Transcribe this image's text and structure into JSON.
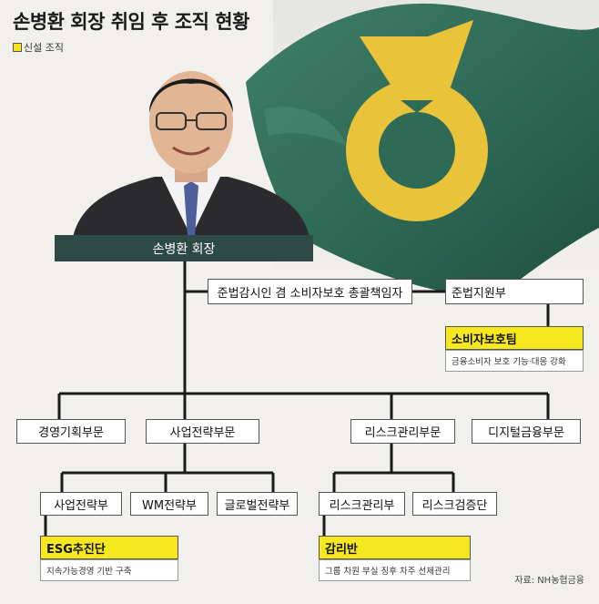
{
  "title": "손병환 회장 취임 후 조직 현황",
  "legend": {
    "label": "신설 조직",
    "color": "#f4e31e"
  },
  "chairman": "손병환 회장",
  "compliance": {
    "officer": "준법감시인 겸 소비자보호 총괄책임자",
    "support": "준법지원부"
  },
  "consumer_team": {
    "name": "소비자보호팀",
    "desc": "금융소비자 보호 기능·대응 강화"
  },
  "divisions": [
    "경영기획부문",
    "사업전략부문",
    "리스크관리부문",
    "디지털금융부문"
  ],
  "strategy_depts": [
    "사업전략부",
    "WM전략부",
    "글로벌전략부"
  ],
  "risk_depts": [
    "리스크관리부",
    "리스크검증단"
  ],
  "esg": {
    "name": "ESG추진단",
    "desc": "지속가능경영 기반 구축"
  },
  "audit": {
    "name": "감리반",
    "desc": "그룹 차원 부실 징후 차주 선제관리"
  },
  "source": "자료: NH농협금융",
  "colors": {
    "dark_box": "#2d4a44",
    "new_org": "#f6e81f",
    "logo": "#e9c43a",
    "flag": "#2f6a57"
  }
}
